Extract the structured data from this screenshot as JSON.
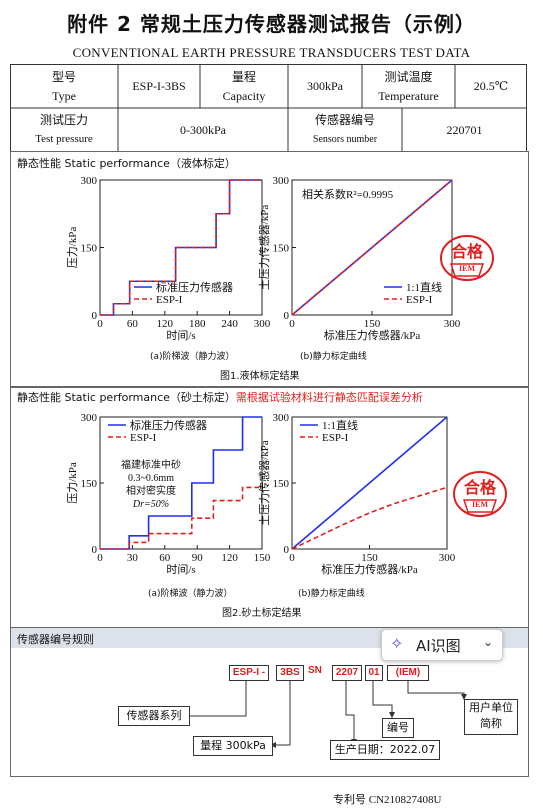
{
  "header": {
    "title": "附件 2 常规土压力传感器测试报告（示例）",
    "subtitle": "CONVENTIONAL EARTH PRESSURE TRANSDUCERS TEST DATA"
  },
  "spec_table": {
    "type_zh": "型号",
    "type_en": "Type",
    "type_value": "ESP-I-3BS",
    "capacity_zh": "量程",
    "capacity_en": "Capacity",
    "capacity_value": "300kPa",
    "temp_zh": "测试温度",
    "temp_en": "Temperature",
    "temp_value": "20.5℃",
    "pressure_zh": "测试压力",
    "pressure_en": "Test pressure",
    "pressure_value": "0-300kPa",
    "sensor_zh": "传感器编号",
    "sensor_en": "Sensors number",
    "sensor_value": "220701"
  },
  "section1": {
    "heading": "静态性能 Static performance（液体标定）",
    "caption_a": "(a)阶梯波（静力波）",
    "caption_b": "(b)静力标定曲线",
    "figure_caption": "图1.液体标定结果",
    "correlation": "相关系数R²=0.9995"
  },
  "section2": {
    "heading": "静态性能 Static performance（砂土标定）",
    "note": "需根据试验材料进行静态匹配误差分析",
    "caption_a": "(a)阶梯波（静力波）",
    "caption_b": "(b)静力标定曲线",
    "figure_caption": "图2.砂土标定结果",
    "annotation": [
      "福建标准中砂",
      "0.3~0.6mm",
      "相对密实度",
      "Dr=50%"
    ]
  },
  "stamp": {
    "text": "合格",
    "sub": "IEM"
  },
  "numbering": {
    "heading": "传感器编号规则",
    "parts": [
      "ESP-I -",
      "3BS",
      "SN",
      "2207",
      "01",
      "(IEM)"
    ],
    "label_series": "传感器系列",
    "label_range": "量程 300kPa",
    "label_date": "生产日期：2022.07",
    "label_num": "编号",
    "label_user": [
      "用户单位",
      "简称"
    ]
  },
  "ai_button": {
    "label": "AI识图"
  },
  "footer": {
    "patent": "专利号 CN210827408U"
  },
  "colors": {
    "blue": "#1f2ff0",
    "red": "#e02020",
    "panel_head": "#dde1ea"
  },
  "chart_data": [
    {
      "type": "line",
      "xlabel": "时间/s",
      "ylabel": "压力/kPa",
      "xlim": [
        0,
        300
      ],
      "ylim": [
        0,
        300
      ],
      "xticks": [
        0,
        60,
        120,
        180,
        240,
        300
      ],
      "yticks": [
        0,
        150,
        300
      ],
      "legend": "bottom-right",
      "series": [
        {
          "name": "标准压力传感器",
          "color": "#1f2ff0",
          "dash": false,
          "x": [
            0,
            25,
            25,
            55,
            55,
            95,
            95,
            140,
            140,
            180,
            180,
            215,
            215,
            240,
            240,
            300
          ],
          "y": [
            0,
            0,
            25,
            25,
            75,
            75,
            75,
            75,
            150,
            150,
            150,
            150,
            225,
            225,
            300,
            300
          ]
        },
        {
          "name": "ESP-I",
          "color": "#e02020",
          "dash": true,
          "x": [
            0,
            25,
            25,
            55,
            55,
            95,
            95,
            140,
            140,
            180,
            180,
            215,
            215,
            240,
            240,
            300
          ],
          "y": [
            0,
            0,
            25,
            25,
            75,
            75,
            75,
            75,
            150,
            150,
            150,
            150,
            225,
            225,
            300,
            300
          ]
        }
      ]
    },
    {
      "type": "line",
      "xlabel": "标准压力传感器/kPa",
      "ylabel": "土压力传感器/kPa",
      "xlim": [
        0,
        300
      ],
      "ylim": [
        0,
        300
      ],
      "xticks": [
        0,
        150,
        300
      ],
      "yticks": [
        0,
        150,
        300
      ],
      "legend": "bottom-right",
      "series": [
        {
          "name": "1:1直线",
          "color": "#1f2ff0",
          "dash": false,
          "x": [
            0,
            300
          ],
          "y": [
            0,
            300
          ]
        },
        {
          "name": "ESP-I",
          "color": "#e02020",
          "dash": true,
          "x": [
            0,
            300
          ],
          "y": [
            0,
            300
          ]
        }
      ]
    },
    {
      "type": "line",
      "xlabel": "时间/s",
      "ylabel": "压力/kPa",
      "xlim": [
        0,
        150
      ],
      "ylim": [
        0,
        300
      ],
      "xticks": [
        0,
        30,
        60,
        90,
        120,
        150
      ],
      "yticks": [
        0,
        150,
        300
      ],
      "legend": "top-right",
      "series": [
        {
          "name": "标准压力传感器",
          "color": "#1f2ff0",
          "dash": false,
          "x": [
            0,
            27,
            27,
            45,
            45,
            65,
            65,
            85,
            85,
            105,
            105,
            118,
            118,
            132,
            132,
            150
          ],
          "y": [
            0,
            0,
            30,
            30,
            75,
            75,
            75,
            75,
            150,
            150,
            225,
            225,
            225,
            225,
            300,
            300
          ]
        },
        {
          "name": "ESP-I",
          "color": "#e02020",
          "dash": true,
          "x": [
            0,
            27,
            27,
            45,
            45,
            65,
            65,
            85,
            85,
            105,
            105,
            118,
            118,
            132,
            132,
            150
          ],
          "y": [
            0,
            0,
            15,
            15,
            35,
            35,
            35,
            35,
            70,
            70,
            110,
            110,
            110,
            110,
            140,
            140
          ]
        }
      ]
    },
    {
      "type": "line",
      "xlabel": "标准压力传感器/kPa",
      "ylabel": "土压力传感器/kPa",
      "xlim": [
        0,
        300
      ],
      "ylim": [
        0,
        300
      ],
      "xticks": [
        0,
        150,
        300
      ],
      "yticks": [
        0,
        150,
        300
      ],
      "legend": "top-left",
      "series": [
        {
          "name": "1:1直线",
          "color": "#1f2ff0",
          "dash": false,
          "x": [
            0,
            300
          ],
          "y": [
            0,
            300
          ]
        },
        {
          "name": "ESP-I",
          "color": "#e02020",
          "dash": true,
          "x": [
            0,
            50,
            100,
            150,
            200,
            250,
            300
          ],
          "y": [
            0,
            28,
            56,
            82,
            104,
            122,
            140
          ]
        }
      ]
    }
  ]
}
